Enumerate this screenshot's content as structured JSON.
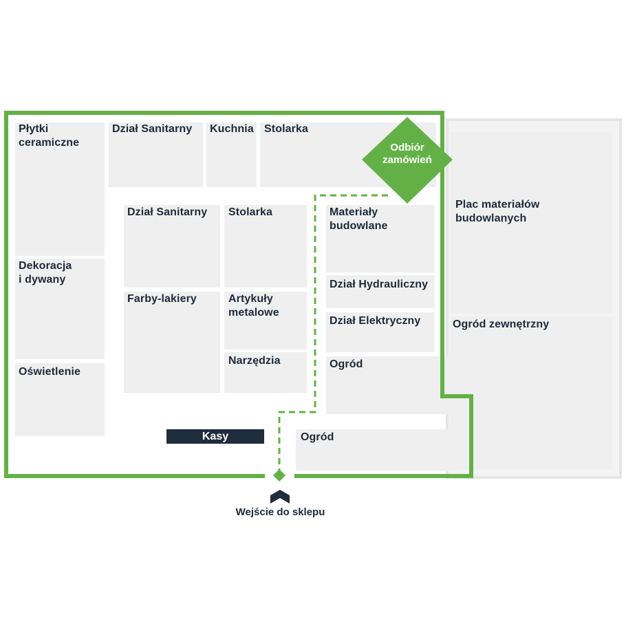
{
  "zones": {
    "plytki": "Płytki\nceramiczne",
    "dzial_sanitarny_top": "Dział Sanitarny",
    "kuchnia": "Kuchnia",
    "stolarka_top": "Stolarka",
    "dekoracja": "Dekoracja\ni dywany",
    "oswietlenie": "Oświetlenie",
    "dzial_sanitarny_mid": "Dział Sanitarny",
    "stolarka_mid": "Stolarka",
    "farby": "Farby-lakiery",
    "artykuly": "Artykuły\nmetalowe",
    "narzedzia": "Narzędzia",
    "materialy": "Materiały\nbudowlane",
    "hydrauliczny": "Dział Hydrauliczny",
    "elektryczny": "Dział Elektryczny",
    "ogrod_right": "Ogród",
    "ogrod_bottom": "Ogród",
    "plac": "Plac materiałów\nbudowlanych",
    "ogrod_zewnetrzny": "Ogród zewnętrzny"
  },
  "kasy": "Kasy",
  "pickup": "Odbiór\nzamówień",
  "entrance": "Wejście do sklepu",
  "colors": {
    "accent": "#63b146",
    "navy": "#1f2d3d",
    "zone": "#efefef"
  }
}
